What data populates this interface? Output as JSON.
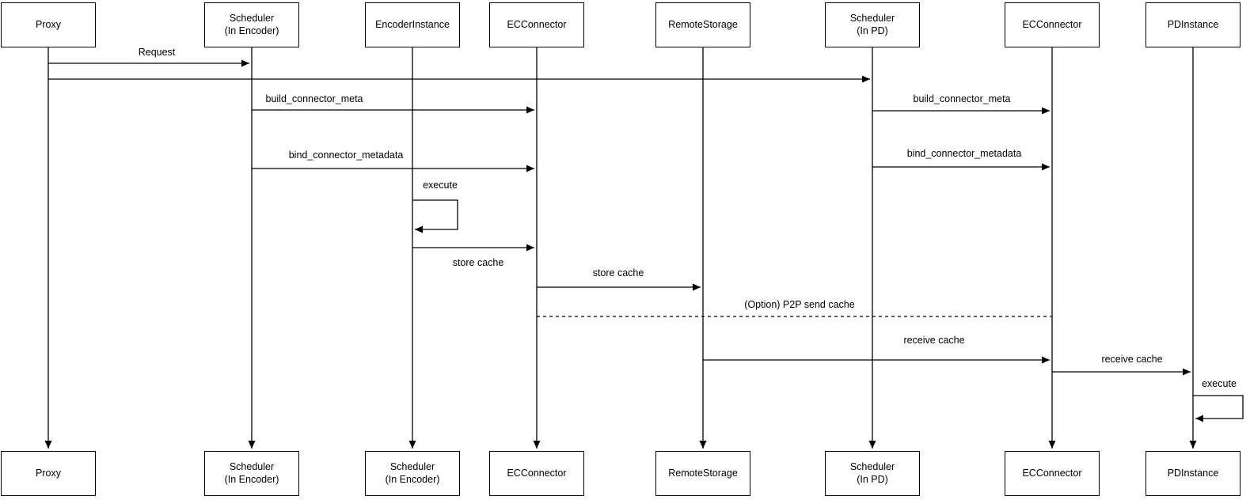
{
  "diagram": {
    "kind": "uml-sequence-diagram",
    "background_color": "#ffffff",
    "stroke_color": "#000000",
    "actors": [
      {
        "id": "proxy",
        "top_label": "Proxy",
        "bottom_label": "Proxy"
      },
      {
        "id": "scheduler-encoder",
        "top_label": "Scheduler\n(In Encoder)",
        "bottom_label": "Scheduler\n(In Encoder)"
      },
      {
        "id": "encoder-instance",
        "top_label": "EncoderInstance",
        "bottom_label": "Scheduler\n(In Encoder)"
      },
      {
        "id": "ec-connector-enc",
        "top_label": "ECConnector",
        "bottom_label": "ECConnector"
      },
      {
        "id": "remote-storage",
        "top_label": "RemoteStorage",
        "bottom_label": "RemoteStorage"
      },
      {
        "id": "scheduler-pd",
        "top_label": "Scheduler\n(In PD)",
        "bottom_label": "Scheduler\n(In PD)"
      },
      {
        "id": "ec-connector-pd",
        "top_label": "ECConnector",
        "bottom_label": "ECConnector"
      },
      {
        "id": "pd-instance",
        "top_label": "PDInstance",
        "bottom_label": "PDInstance"
      }
    ],
    "messages": [
      {
        "label": "Request",
        "from": "Proxy",
        "to": "Scheduler (In Encoder)",
        "style": "solid"
      },
      {
        "label": "",
        "from": "Proxy",
        "to": "Scheduler (In PD)",
        "style": "solid"
      },
      {
        "label": "build_connector_meta",
        "from": "Scheduler (In Encoder)",
        "to": "ECConnector (encoder side)",
        "style": "solid"
      },
      {
        "label": "bind_connector_metadata",
        "from": "Scheduler (In Encoder)",
        "to": "ECConnector (encoder side)",
        "style": "solid"
      },
      {
        "label": "execute",
        "from": "EncoderInstance",
        "to": "EncoderInstance",
        "style": "self"
      },
      {
        "label": "store cache",
        "from": "EncoderInstance",
        "to": "ECConnector (encoder side)",
        "style": "solid"
      },
      {
        "label": "store cache",
        "from": "ECConnector (encoder side)",
        "to": "RemoteStorage",
        "style": "solid"
      },
      {
        "label": "(Option) P2P send cache",
        "from": "ECConnector (encoder side)",
        "to": "ECConnector (PD side)",
        "style": "dashed"
      },
      {
        "label": "build_connector_meta",
        "from": "Scheduler (In PD)",
        "to": "ECConnector (PD side)",
        "style": "solid"
      },
      {
        "label": "bind_connector_metadata",
        "from": "Scheduler (In PD)",
        "to": "ECConnector (PD side)",
        "style": "solid"
      },
      {
        "label": "receive cache",
        "from": "RemoteStorage",
        "to": "ECConnector (PD side)",
        "style": "solid"
      },
      {
        "label": "receive cache",
        "from": "ECConnector (PD side)",
        "to": "PDInstance",
        "style": "solid"
      },
      {
        "label": "execute",
        "from": "PDInstance",
        "to": "PDInstance",
        "style": "self"
      }
    ]
  }
}
